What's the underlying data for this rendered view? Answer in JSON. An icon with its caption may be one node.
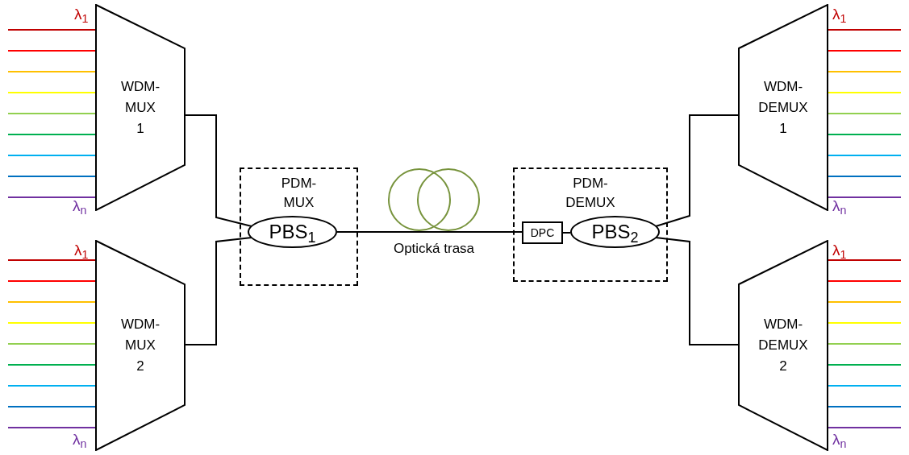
{
  "diagram": {
    "nodes": [
      {
        "text": [
          "WDM- MUX 1"
        ]
      },
      {
        "text": [
          "WDM- MUX 2"
        ]
      },
      {
        "text": [
          "PDM- MUX"
        ]
      },
      {
        "text": [
          "PBS$_{1}$"
        ],
        "in": 2
      },
      {
        "text": [],
        "shape": "circle",
        "beside": [
          "Optická trasa"
        ]
      },
      {
        "text": [
          "PDM- DEMUX"
        ]
      },
      {
        "text": [
          "DPC"
        ],
        "in": 5
      },
      {
        "text": [
          "PBS$_{2}$"
        ],
        "in": 5
      },
      {
        "text": [
          "WDM- DEMUX 1"
        ]
      },
      {
        "text": [
          "WDM- DEMUX 2"
        ]
      }
    ],
    "edges": [
      {
        "from": 0,
        "to": 3,
        "arrow": "none"
      },
      {
        "from": 1,
        "to": 3,
        "arrow": "none"
      },
      {
        "from": 3,
        "to": 6,
        "arrow": "none"
      },
      {
        "from": 6,
        "to": 7,
        "arrow": "none"
      },
      {
        "from": 7,
        "to": 8,
        "arrow": "none"
      },
      {
        "from": 7,
        "to": 9,
        "arrow": "none"
      },
      {
        "from": null,
        "to": 0,
        "arrow": "none",
        "color": "#c00000"
      },
      {
        "from": null,
        "to": 0,
        "arrow": "none",
        "color": "#ff0000"
      },
      {
        "from": null,
        "to": 0,
        "arrow": "none",
        "color": "#ffc000"
      },
      {
        "from": null,
        "to": 0,
        "arrow": "none",
        "color": "#ffff00"
      },
      {
        "from": null,
        "to": 0,
        "arrow": "none",
        "color": "#92d050"
      },
      {
        "from": null,
        "to": 0,
        "arrow": "none",
        "color": "#00b050"
      },
      {
        "from": null,
        "to": 0,
        "arrow": "none",
        "color": "#00b0f0"
      },
      {
        "from": null,
        "to": 0,
        "arrow": "none",
        "color": "#0070c0"
      },
      {
        "from": null,
        "to": 0,
        "arrow": "none",
        "color": "#7030a0"
      },
      {
        "from": null,
        "to": 1,
        "arrow": "none",
        "color": "#c00000"
      },
      {
        "from": null,
        "to": 1,
        "arrow": "none",
        "color": "#ff0000"
      },
      {
        "from": null,
        "to": 1,
        "arrow": "none",
        "color": "#ffc000"
      },
      {
        "from": null,
        "to": 1,
        "arrow": "none",
        "color": "#ffff00"
      },
      {
        "from": null,
        "to": 1,
        "arrow": "none",
        "color": "#92d050"
      },
      {
        "from": null,
        "to": 1,
        "arrow": "none",
        "color": "#00b050"
      },
      {
        "from": null,
        "to": 1,
        "arrow": "none",
        "color": "#00b0f0"
      },
      {
        "from": null,
        "to": 1,
        "arrow": "none",
        "color": "#0070c0"
      },
      {
        "from": null,
        "to": 1,
        "arrow": "none",
        "color": "#7030a0"
      },
      {
        "from": 8,
        "to": null,
        "arrow": "none",
        "color": "#c00000"
      },
      {
        "from": 8,
        "to": null,
        "arrow": "none",
        "color": "#ff0000"
      },
      {
        "from": 8,
        "to": null,
        "arrow": "none",
        "color": "#ffc000"
      },
      {
        "from": 8,
        "to": null,
        "arrow": "none",
        "color": "#ffff00"
      },
      {
        "from": 8,
        "to": null,
        "arrow": "none",
        "color": "#92d050"
      },
      {
        "from": 8,
        "to": null,
        "arrow": "none",
        "color": "#00b050"
      },
      {
        "from": 8,
        "to": null,
        "arrow": "none",
        "color": "#00b0f0"
      },
      {
        "from": 8,
        "to": null,
        "arrow": "none",
        "color": "#0070c0"
      },
      {
        "from": 8,
        "to": null,
        "arrow": "none",
        "color": "#7030a0"
      },
      {
        "from": 9,
        "to": null,
        "arrow": "none",
        "color": "#c00000"
      },
      {
        "from": 9,
        "to": null,
        "arrow": "none",
        "color": "#ff0000"
      },
      {
        "from": 9,
        "to": null,
        "arrow": "none",
        "color": "#ffc000"
      },
      {
        "from": 9,
        "to": null,
        "arrow": "none",
        "color": "#ffff00"
      },
      {
        "from": 9,
        "to": null,
        "arrow": "none",
        "color": "#92d050"
      },
      {
        "from": 9,
        "to": null,
        "arrow": "none",
        "color": "#00b050"
      },
      {
        "from": 9,
        "to": null,
        "arrow": "none",
        "color": "#00b0f0"
      },
      {
        "from": 9,
        "to": null,
        "arrow": "none",
        "color": "#0070c0"
      },
      {
        "from": 9,
        "to": null,
        "arrow": "none",
        "color": "#7030a0"
      }
    ],
    "labels": [
      "λ$_{1}$",
      "λ$_{1}$",
      "λ$_{n}$",
      "λ$_{n}$",
      "λ$_{1}$",
      "λ$_{1}$",
      "λ$_{n}$",
      "λ$_{n}$"
    ]
  }
}
